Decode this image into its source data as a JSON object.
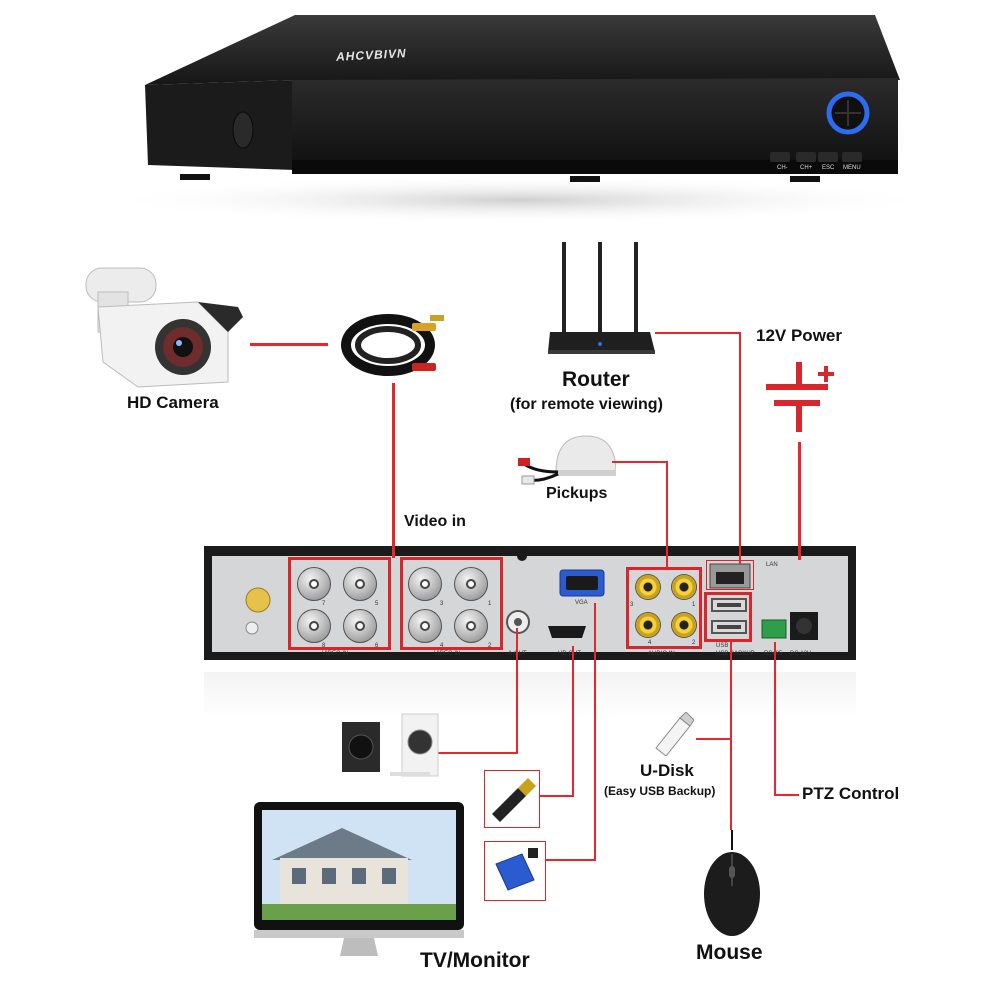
{
  "dvr_front": {
    "brand": "AHCVBIVN",
    "buttons": [
      "CH-",
      "CH+",
      "ESC",
      "MENU"
    ]
  },
  "labels": {
    "hd_camera": "HD Camera",
    "router": "Router",
    "router_sub": "(for remote viewing)",
    "power": "12V Power",
    "pickups": "Pickups",
    "video_in": "Video in",
    "u_disk": "U-Disk",
    "u_disk_sub": "(Easy USB Backup)",
    "ptz": "PTZ Control",
    "tv": "TV/Monitor",
    "mouse": "Mouse"
  },
  "rear_panel": {
    "video_in_label_left": "VIDEO IN",
    "video_in_label_right": "VIDEO IN",
    "a_out": "A-OUT",
    "hd_out": "HD OUT",
    "vga": "VGA",
    "audio_in": "AUDIO IN",
    "lan": "LAN",
    "usb": "USB",
    "usb_backup": "USB BACKUP",
    "rs485": "RS485",
    "dc12v": "DC 12V",
    "channels_left_top": [
      "7",
      "5"
    ],
    "channels_left_bottom": [
      "8",
      "6"
    ],
    "channels_right_top": [
      "3",
      "1"
    ],
    "channels_right_bottom": [
      "4",
      "2"
    ],
    "audio_top": [
      "3",
      "1"
    ],
    "audio_bottom": [
      "4",
      "2"
    ]
  },
  "colors": {
    "wire": "#e8262d",
    "device_dark": "#1e1e1e",
    "panel": "#d5d6d8",
    "accent_blue": "#2d6cf0"
  }
}
